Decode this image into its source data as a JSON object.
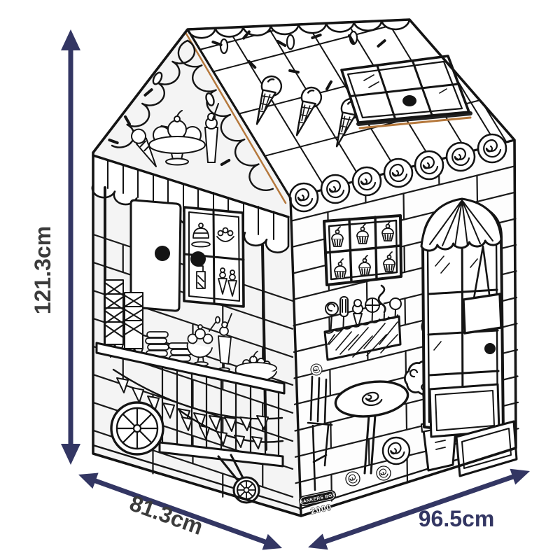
{
  "dimensions": {
    "height": "121.3cm",
    "width": "81.3cm",
    "depth": "96.5cm"
  },
  "logo": {
    "brand": "BANKERS BOX",
    "model": "2000"
  },
  "colors": {
    "arrow_navy": "#333663",
    "height_width_label": "#3b3b3b",
    "depth_label": "#333663",
    "ink": "#141414",
    "cardboard_edge": "#b5783c",
    "front_face": "#f4f4f4",
    "right_face": "#fdfdfd",
    "background": "#ffffff"
  },
  "illustration": {
    "subject": "color-in cardboard playhouse (sweet shop line art) with dimension arrows",
    "elements": [
      "icing-drip-ridge",
      "waffle-roof-panels",
      "skylight-window",
      "roof-ice-cream-cones",
      "sprinkles",
      "swirl-candy-eave-trim",
      "striped-awning",
      "sundae-bowl",
      "front-door-panel",
      "display-window",
      "sweets-counter",
      "bunting-pennants",
      "cart-wheels",
      "cupcake-window",
      "candy-flower-box",
      "arched-door-awning",
      "hanging-bag-sign",
      "candy-topiary",
      "bistro-table",
      "chair",
      "plant-pot",
      "leaning-frame"
    ]
  }
}
